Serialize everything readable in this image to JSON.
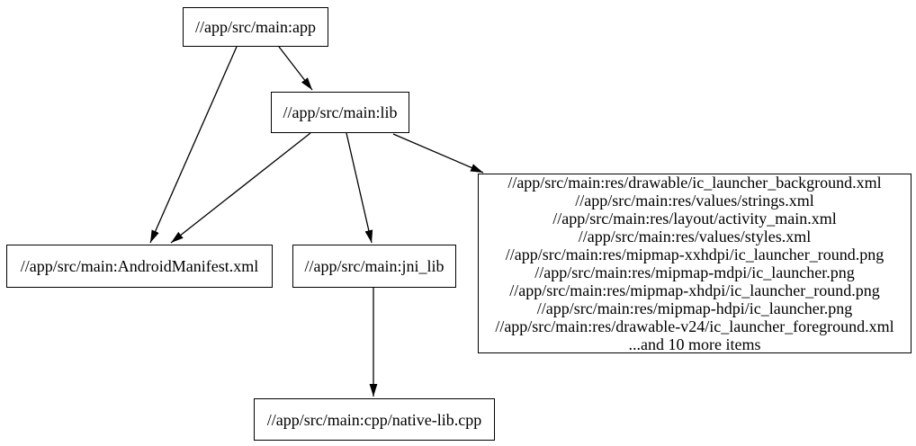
{
  "diagram": {
    "type": "dependency-graph",
    "background_color": "#ffffff",
    "node_border_color": "#000000",
    "edge_color": "#000000",
    "text_color": "#000000",
    "nodes": [
      {
        "id": "app",
        "label": "//app/src/main:app"
      },
      {
        "id": "lib",
        "label": "//app/src/main:lib"
      },
      {
        "id": "android_manifest",
        "label": "//app/src/main:AndroidManifest.xml"
      },
      {
        "id": "jni_lib",
        "label": "//app/src/main:jni_lib"
      },
      {
        "id": "res_group",
        "lines": [
          "//app/src/main:res/drawable/ic_launcher_background.xml",
          "//app/src/main:res/values/strings.xml",
          "//app/src/main:res/layout/activity_main.xml",
          "//app/src/main:res/values/styles.xml",
          "//app/src/main:res/mipmap-xxhdpi/ic_launcher_round.png",
          "//app/src/main:res/mipmap-mdpi/ic_launcher.png",
          "//app/src/main:res/mipmap-xhdpi/ic_launcher_round.png",
          "//app/src/main:res/mipmap-hdpi/ic_launcher.png",
          "//app/src/main:res/drawable-v24/ic_launcher_foreground.xml",
          "...and 10 more items"
        ]
      },
      {
        "id": "native_lib",
        "label": "//app/src/main:cpp/native-lib.cpp"
      }
    ],
    "edges": [
      {
        "from": "app",
        "to": "android_manifest"
      },
      {
        "from": "app",
        "to": "lib"
      },
      {
        "from": "lib",
        "to": "android_manifest"
      },
      {
        "from": "lib",
        "to": "jni_lib"
      },
      {
        "from": "lib",
        "to": "res_group"
      },
      {
        "from": "jni_lib",
        "to": "native_lib"
      }
    ]
  }
}
